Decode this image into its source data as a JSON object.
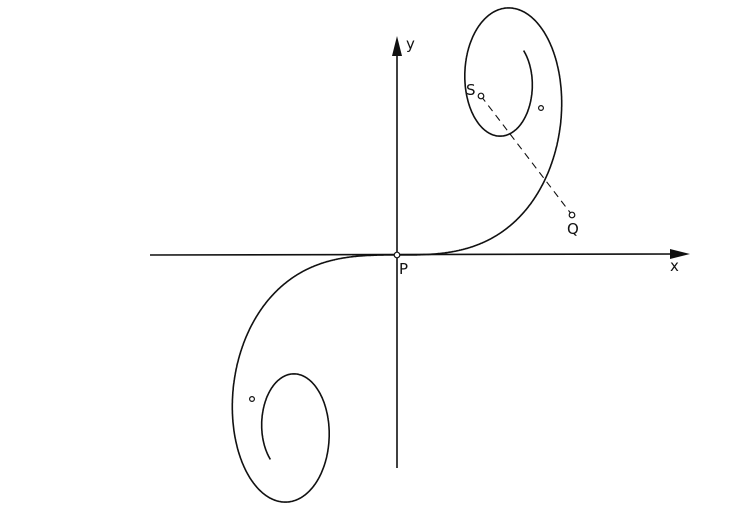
{
  "axes": {
    "x_label": "x",
    "y_label": "y"
  },
  "points": {
    "origin": "P",
    "on_curve": "Q",
    "chord_end": "S"
  },
  "colors": {
    "ink": "#111111",
    "background": "#ffffff"
  }
}
